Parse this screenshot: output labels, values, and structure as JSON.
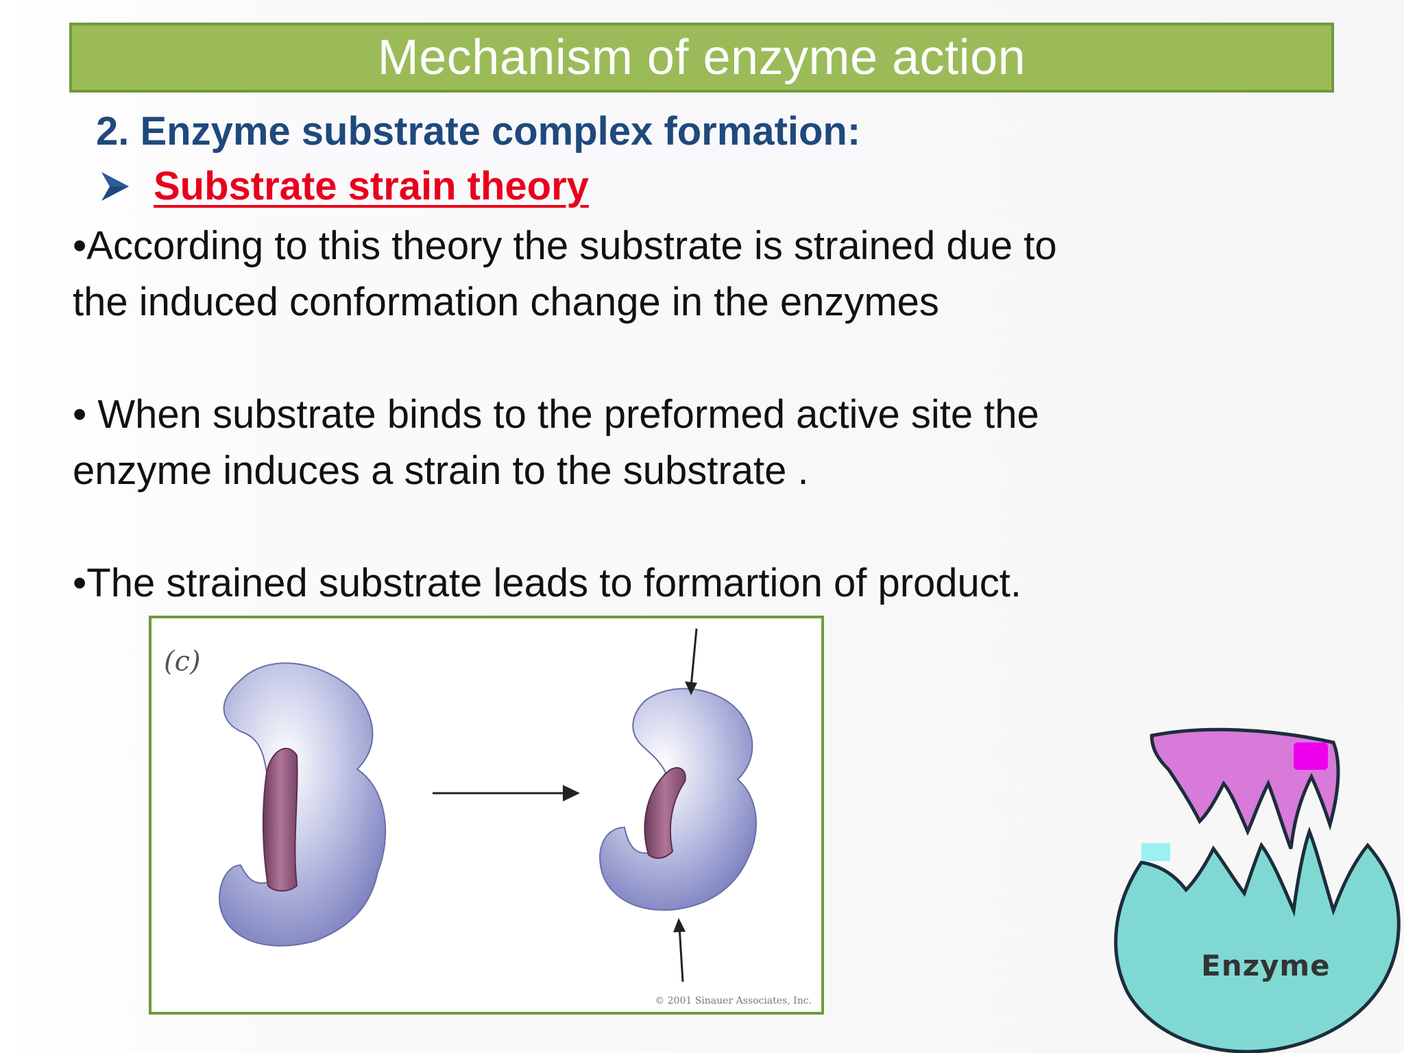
{
  "slide": {
    "title": "Mechanism of enzyme action",
    "subtitle": "2. Enzyme substrate complex formation:",
    "theory_label": "Substrate strain theory",
    "paragraphs": [
      {
        "line1": "•According to this theory the substrate is strained due to",
        "line2": "the induced conformation change in the enzymes"
      },
      {
        "line1": "• When substrate binds to the preformed active site the",
        "line2": "enzyme induces a strain to the substrate ."
      },
      {
        "line1": "•The strained substrate leads to formartion of product."
      }
    ]
  },
  "figure_left": {
    "panel_label": "(c)",
    "copyright": "© 2001 Sinauer Associates, Inc."
  },
  "figure_right": {
    "enzyme_label": "Enzyme"
  },
  "colors": {
    "title_bar": "#9bbb59",
    "subtitle": "#1f497d",
    "theory_label": "#e8001c",
    "enzyme_body": "#7fd9d2",
    "substrate": "#d77ad9"
  }
}
